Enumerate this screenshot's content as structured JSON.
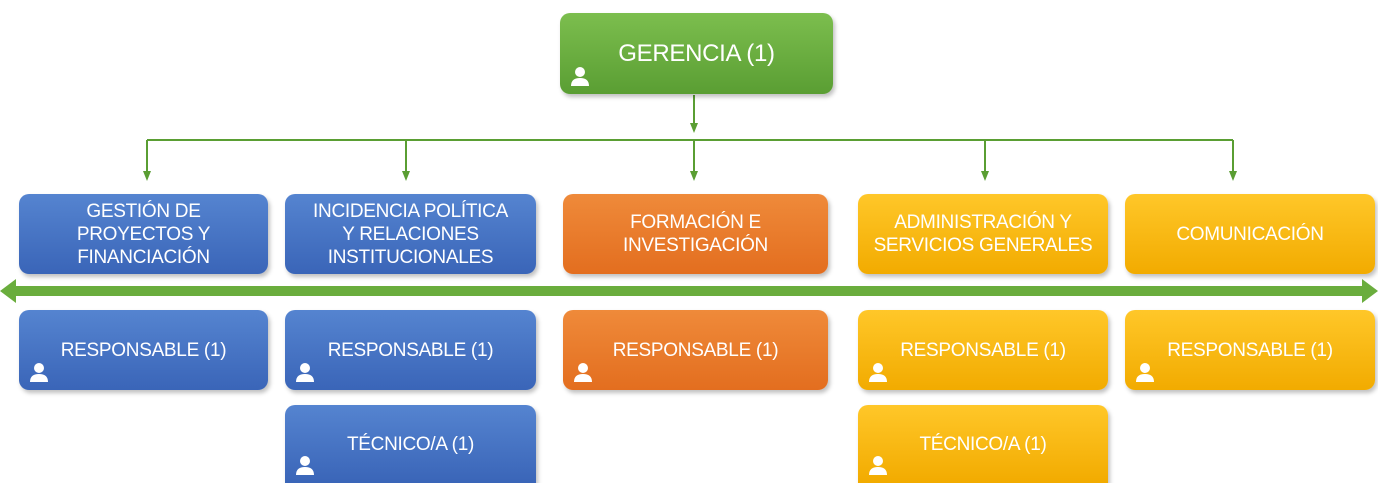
{
  "top": {
    "label": "GERENCIA (1)",
    "icon": "person-icon",
    "color": "#6aad3d"
  },
  "departments": [
    {
      "label": "GESTIÓN DE\nPROYECTOS Y\nFINANCIACIÓN",
      "color": "#4472c4"
    },
    {
      "label": "INCIDENCIA POLÍTICA\nY RELACIONES\nINSTITUCIONALES",
      "color": "#4472c4"
    },
    {
      "label": "FORMACIÓN E\nINVESTIGACIÓN",
      "color": "#ed7d31"
    },
    {
      "label": "ADMINISTRACIÓN Y\nSERVICIOS GENERALES",
      "color": "#ffc000"
    },
    {
      "label": "COMUNICACIÓN",
      "color": "#ffc000"
    }
  ],
  "roles": [
    [
      {
        "label": "RESPONSABLE (1)",
        "icon": "person-icon"
      }
    ],
    [
      {
        "label": "RESPONSABLE (1)",
        "icon": "person-icon"
      },
      {
        "label": "TÉCNICO/A (1)",
        "icon": "person-icon"
      }
    ],
    [
      {
        "label": "RESPONSABLE (1)",
        "icon": "person-icon"
      }
    ],
    [
      {
        "label": "RESPONSABLE (1)",
        "icon": "person-icon"
      },
      {
        "label": "TÉCNICO/A (1)",
        "icon": "person-icon"
      }
    ],
    [
      {
        "label": "RESPONSABLE (1)",
        "icon": "person-icon"
      }
    ]
  ],
  "connector_color": "#5a9e33"
}
